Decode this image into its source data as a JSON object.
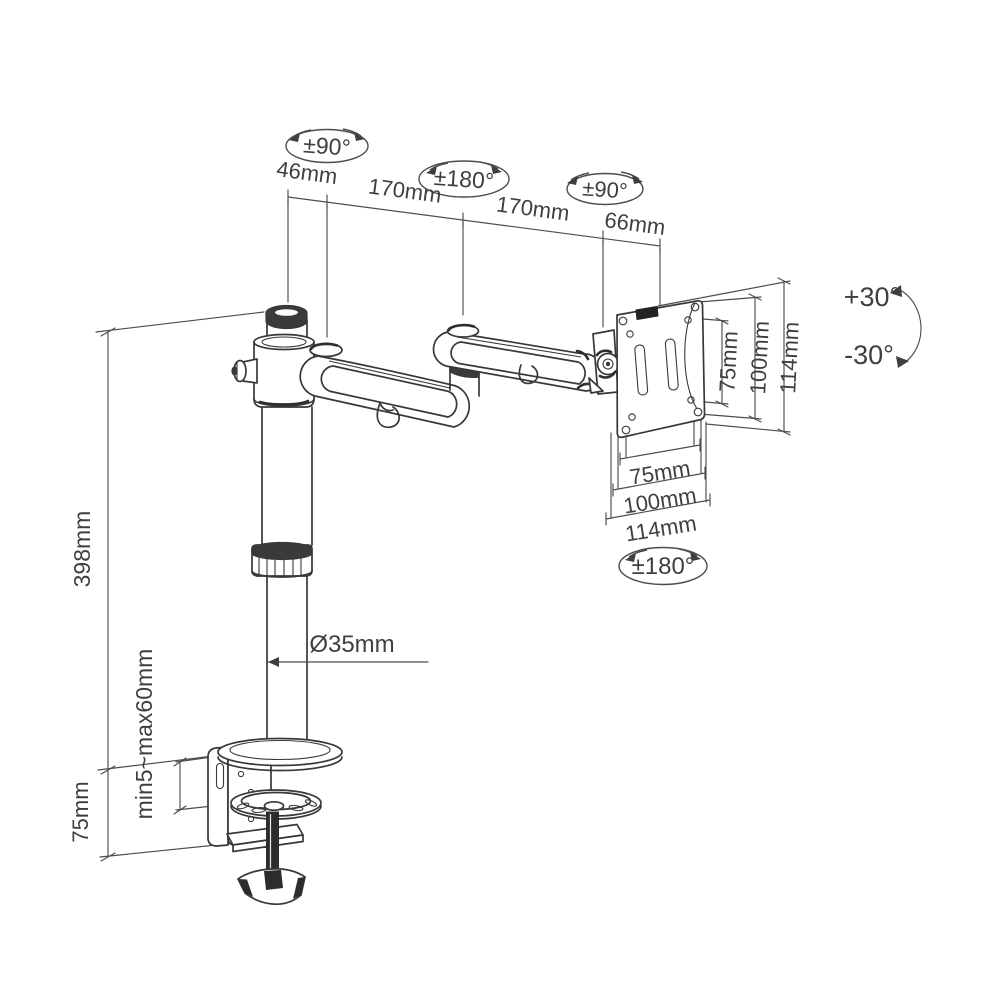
{
  "page": {
    "background": "#ffffff",
    "title": "Monitor desk-mount arm dimensional drawing"
  },
  "diagram": {
    "line_color": "#3a3a3a",
    "labels": {
      "rot_pole": "±90°",
      "rot_elbow": "±180°",
      "rot_head": "±90°",
      "rot_plate": "±180°",
      "dim_offset": "46mm",
      "dim_arm1": "170mm",
      "dim_arm2": "170mm",
      "dim_head": "66mm",
      "tilt_up": "+30°",
      "tilt_down": "-30°",
      "vesa_v_75": "75mm",
      "vesa_v_100": "100mm",
      "vesa_v_114": "114mm",
      "vesa_h_75": "75mm",
      "vesa_h_100": "100mm",
      "vesa_h_114": "114mm",
      "pole_height": "398mm",
      "clamp_depth": "75mm",
      "pole_diameter": "Ø35mm",
      "desk_thickness": "min5~max60mm"
    }
  }
}
